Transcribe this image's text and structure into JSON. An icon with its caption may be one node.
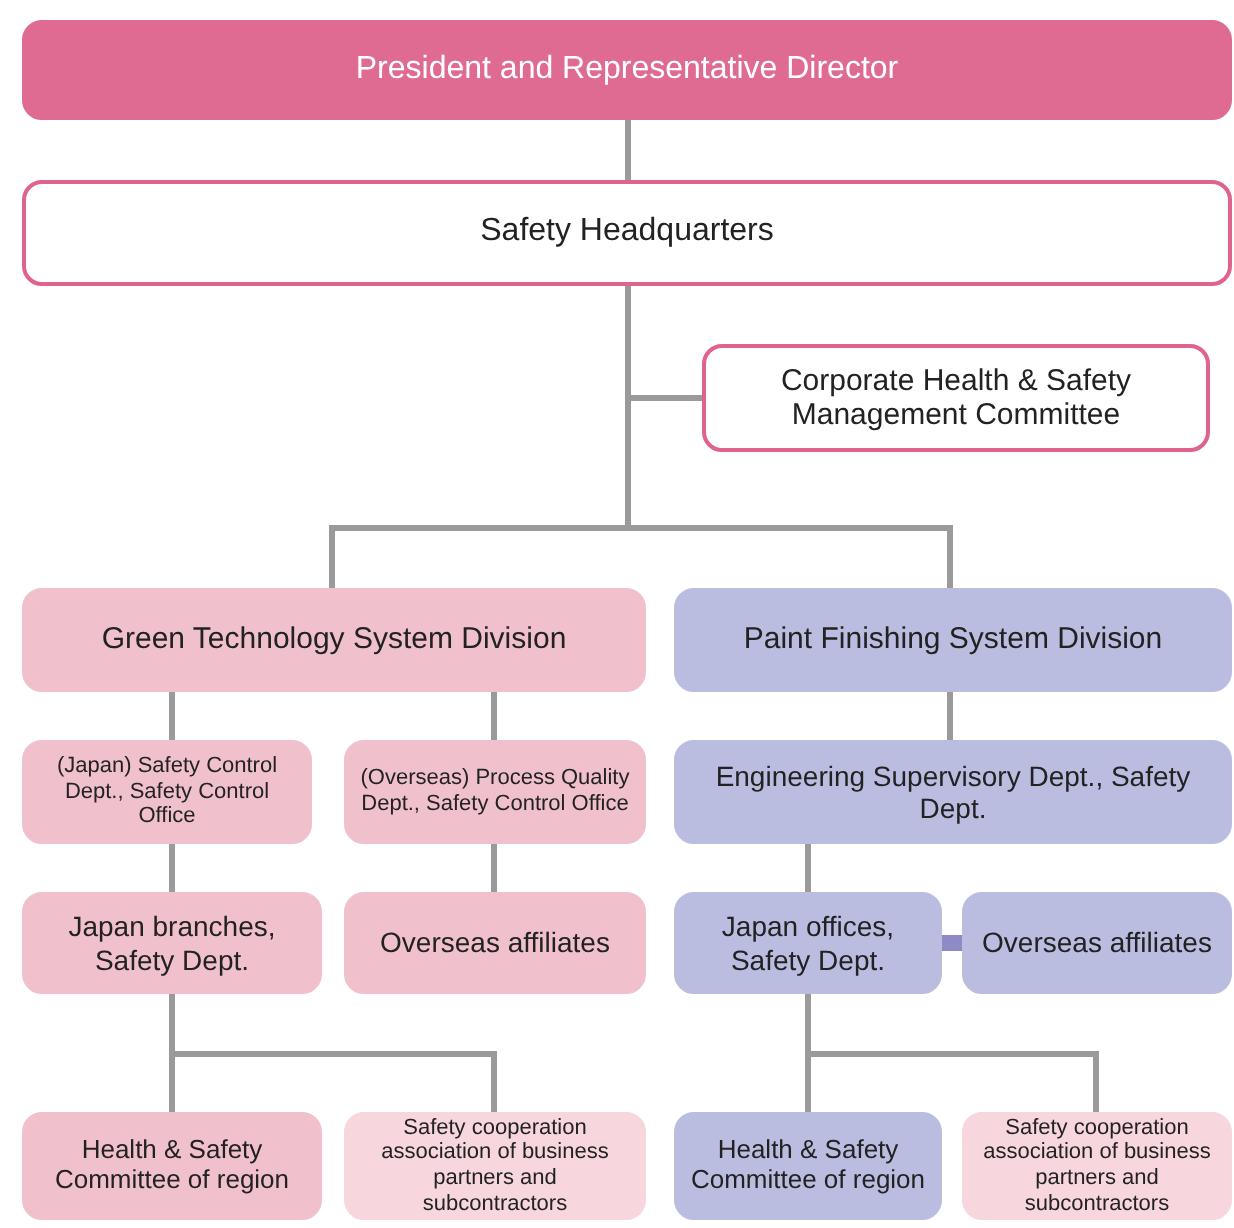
{
  "diagram": {
    "nodes": [
      {
        "text": [
          "President and Representative Director"
        ]
      },
      {
        "text": [
          "Safety Headquarters"
        ]
      },
      {
        "text": [
          "Corporate Health & Safety Management Committee"
        ]
      },
      {
        "text": [
          "Green Technology System Division"
        ]
      },
      {
        "text": [
          "Paint Finishing System Division"
        ]
      },
      {
        "text": [
          "(Japan) Safety Control Dept., Safety Control Office"
        ]
      },
      {
        "text": [
          "(Overseas) Process Quality Dept., Safety Control Office"
        ]
      },
      {
        "text": [
          "Japan branches, Safety Dept."
        ]
      },
      {
        "text": [
          "Overseas affiliates"
        ]
      },
      {
        "text": [
          "Health & Safety Committee of region"
        ]
      },
      {
        "text": [
          "Safety cooperation association of business partners and subcontractors"
        ]
      },
      {
        "text": [
          "Engineering Supervisory Dept., Safety Dept."
        ]
      },
      {
        "text": [
          "Japan offices, Safety Dept."
        ]
      },
      {
        "text": [
          "Overseas affiliates"
        ]
      },
      {
        "text": [
          "Health & Safety Committee of region"
        ]
      },
      {
        "text": [
          "Safety cooperation association of business partners and subcontractors"
        ]
      }
    ],
    "edges": [
      {
        "from": 0,
        "to": 1,
        "arrow": "none"
      },
      {
        "from": 1,
        "to": 2,
        "arrow": "none"
      },
      {
        "from": 1,
        "to": 3,
        "arrow": "none"
      },
      {
        "from": 1,
        "to": 4,
        "arrow": "none"
      },
      {
        "from": 3,
        "to": 5,
        "arrow": "none"
      },
      {
        "from": 3,
        "to": 6,
        "arrow": "none"
      },
      {
        "from": 5,
        "to": 7,
        "arrow": "none"
      },
      {
        "from": 6,
        "to": 8,
        "arrow": "none"
      },
      {
        "from": 7,
        "to": 9,
        "arrow": "none"
      },
      {
        "from": 7,
        "to": 10,
        "arrow": "none"
      },
      {
        "from": 4,
        "to": 11,
        "arrow": "none"
      },
      {
        "from": 11,
        "to": 12,
        "arrow": "none"
      },
      {
        "from": 12,
        "to": 13,
        "arrow": "none",
        "style": "thick",
        "color": "#8f89c6"
      },
      {
        "from": 12,
        "to": 14,
        "arrow": "none"
      },
      {
        "from": 12,
        "to": 15,
        "arrow": "none"
      }
    ]
  }
}
